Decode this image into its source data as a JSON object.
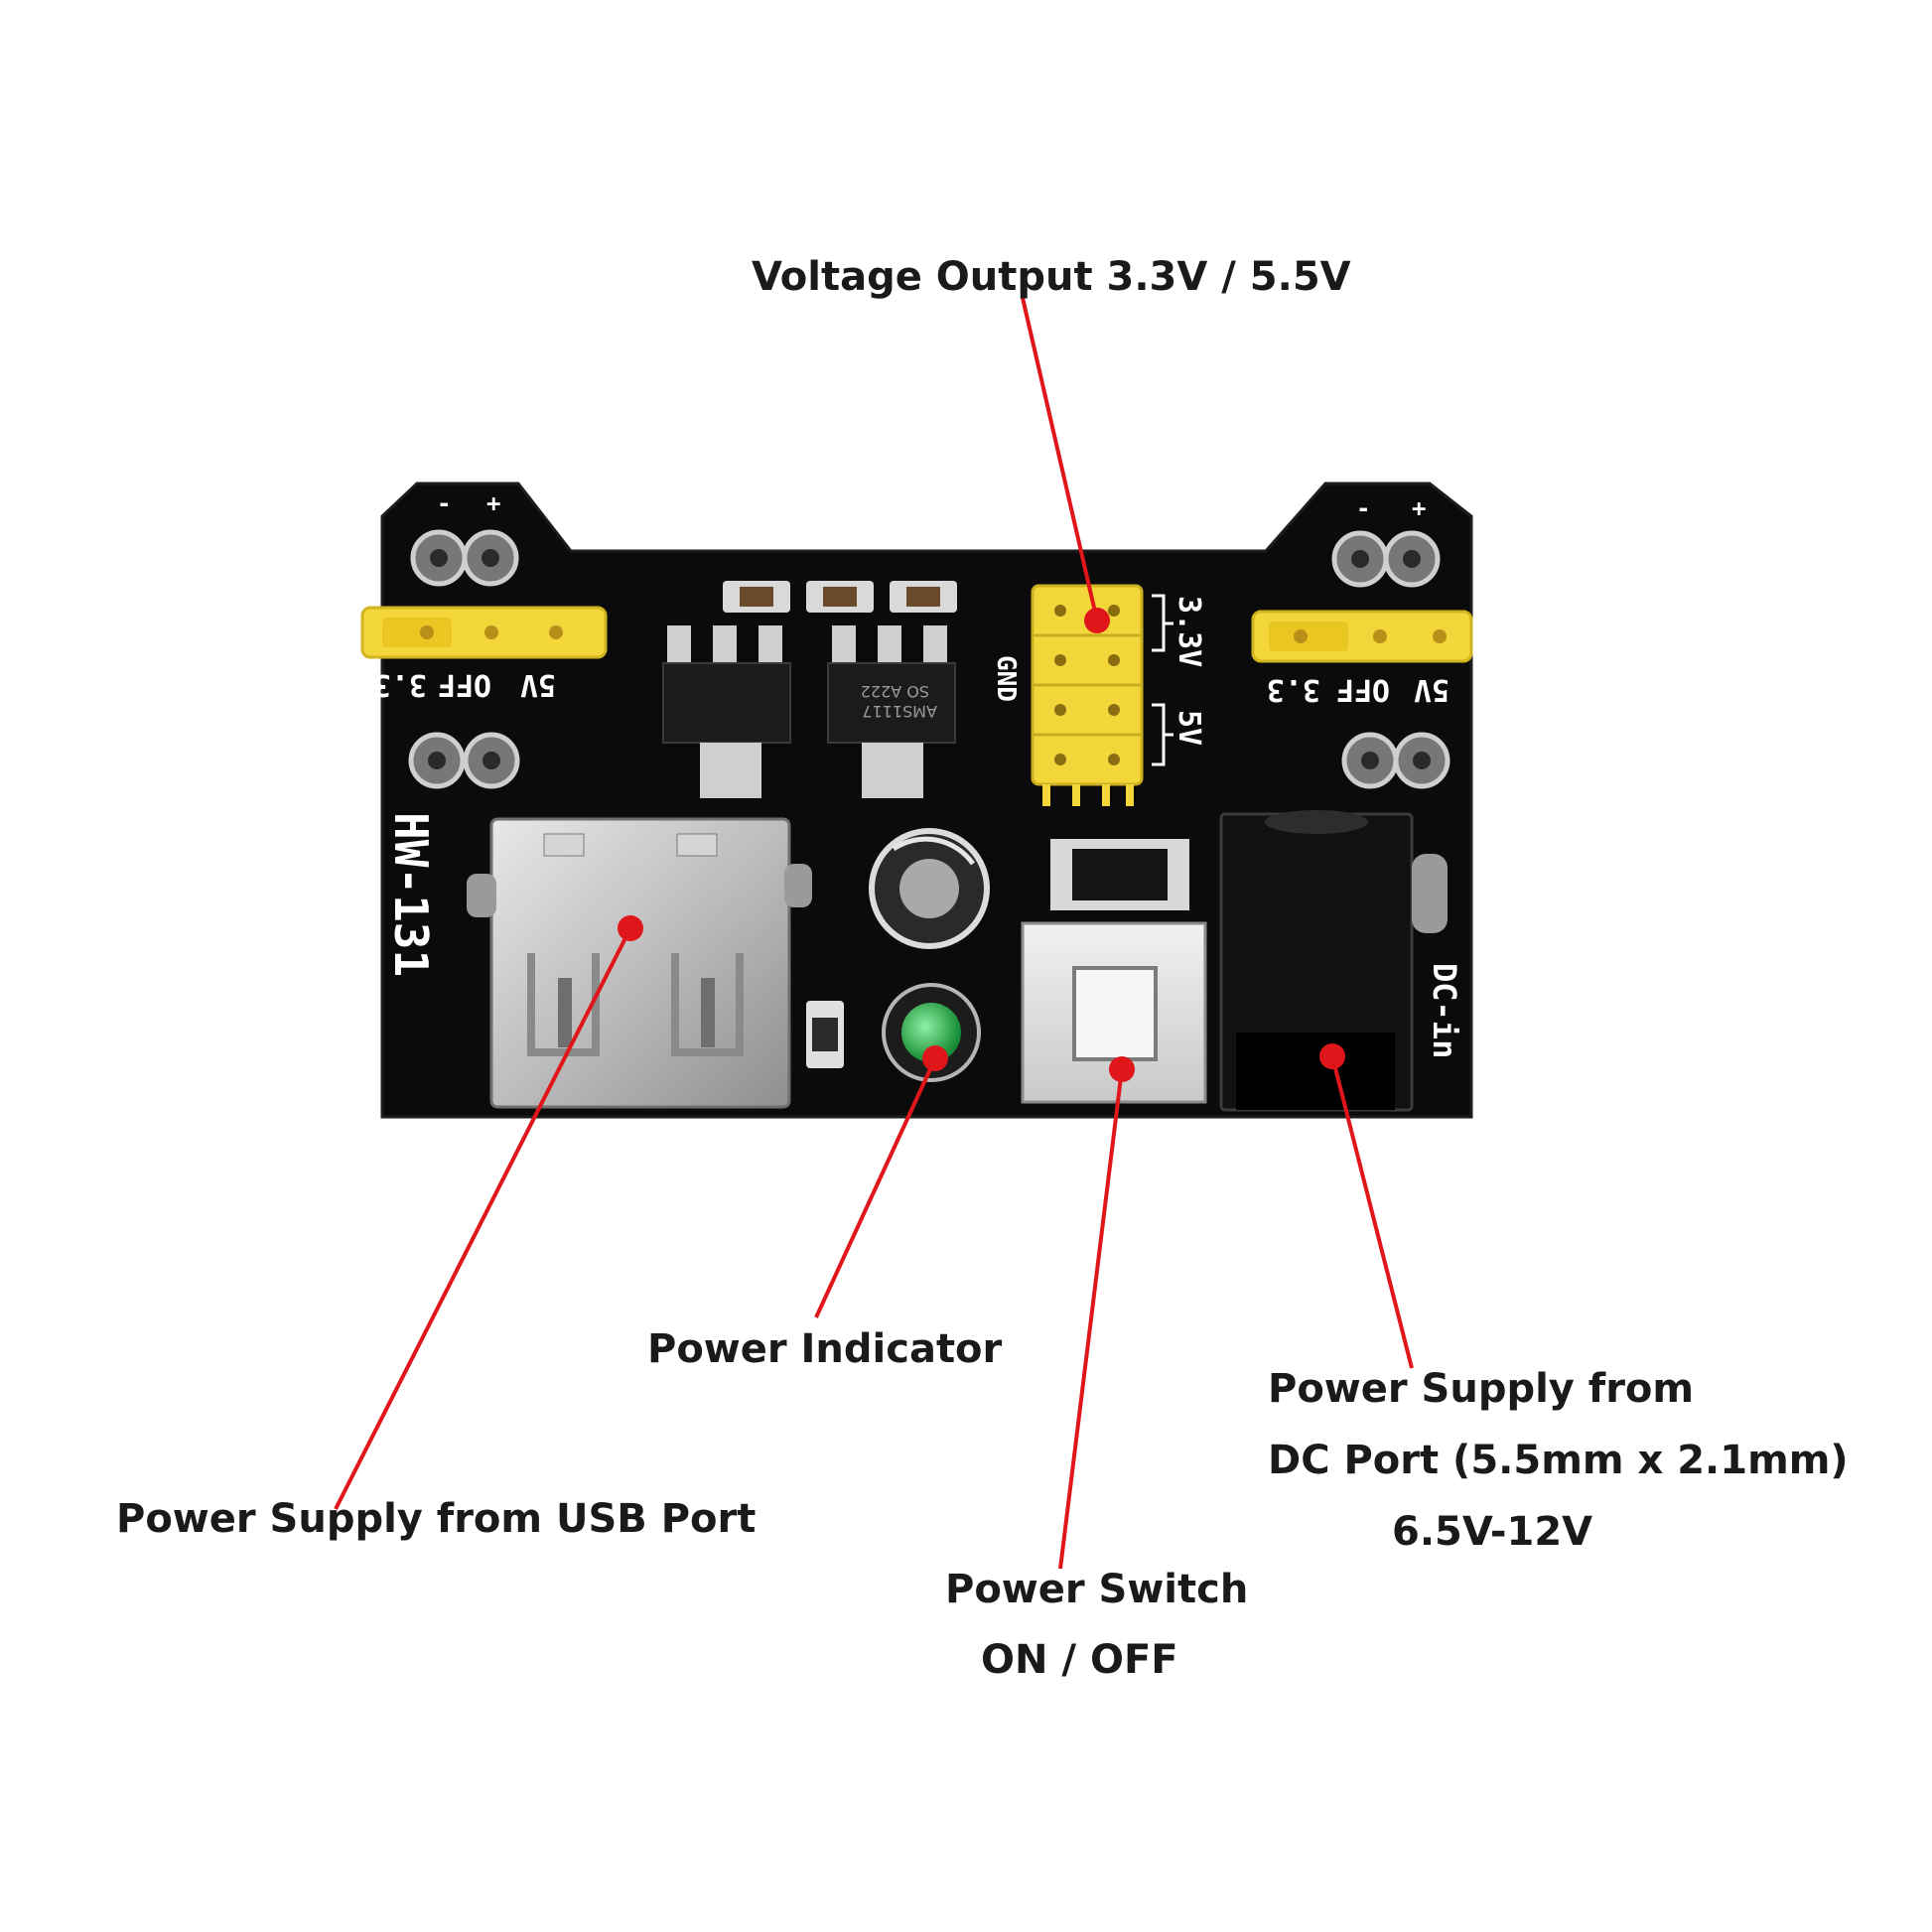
{
  "callouts": {
    "voltage_output": "Voltage Output 3.3V / 5.5V",
    "power_indicator": "Power Indicator",
    "usb_supply": "Power Supply from USB Port",
    "power_switch_line1": "Power Switch",
    "power_switch_line2": "ON / OFF",
    "dc_supply_line1": "Power Supply from",
    "dc_supply_line2": "DC Port (5.5mm x 2.1mm)",
    "dc_supply_line3": "6.5V-12V"
  },
  "board": {
    "model": "HW-131",
    "dc_in": "DC-in",
    "gnd": "GND",
    "rail_33": "3.3V",
    "rail_5": "5V",
    "minus": "-",
    "plus": "+",
    "left_jumper": {
      "a": "3.3",
      "b": "OFF",
      "c": "5V"
    },
    "right_jumper": {
      "a": "3.3",
      "b": "OFF",
      "c": "5V"
    },
    "regulator_left": "",
    "regulator_right_line1": "AMS1117",
    "regulator_right_line2": "SO A222"
  },
  "colors": {
    "pcb": "#0b0b0b",
    "callout_line": "#e0161b",
    "header_yellow": "#f2d63a",
    "led_green": "#1f9c3a"
  }
}
